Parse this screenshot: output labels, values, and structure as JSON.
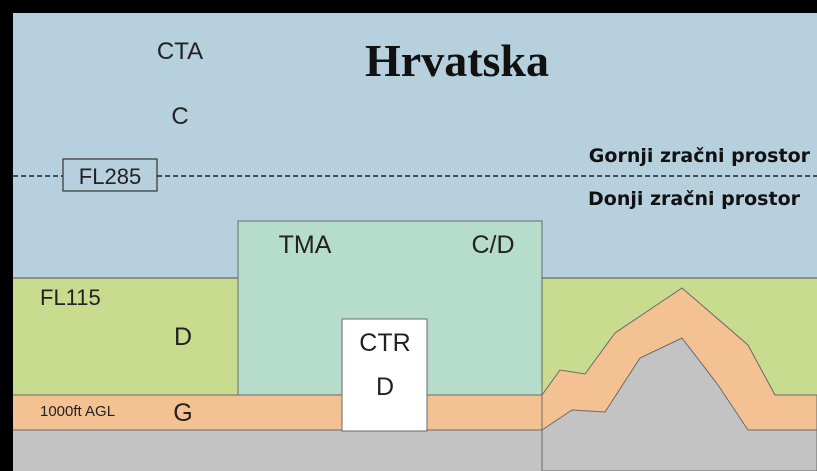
{
  "title": "Hrvatska",
  "upper_zone": {
    "name": "CTA",
    "class": "C"
  },
  "fl285_label": "FL285",
  "upper_airspace_label": "Gornji zračni prostor",
  "lower_airspace_label": "Donji zračni prostor",
  "tma": {
    "name": "TMA",
    "class": "C/D"
  },
  "fl115_label": "FL115",
  "class_d_label": "D",
  "ctr": {
    "name": "CTR",
    "class": "D"
  },
  "agl_label": "1000ft AGL",
  "class_g_label": "G",
  "colors": {
    "sky": "#b6d0de",
    "class_d": "#c8db8e",
    "tma": "#b6dccb",
    "class_g": "#f4c193",
    "ground": "#c3c3c3",
    "ctr": "#ffffff"
  }
}
